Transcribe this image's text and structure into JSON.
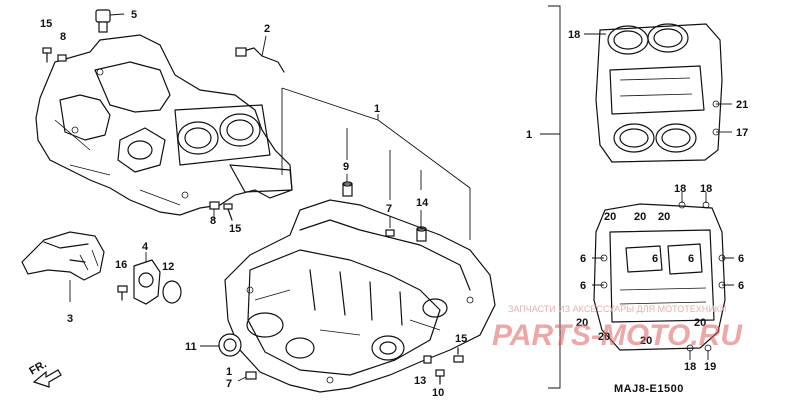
{
  "diagram": {
    "code": "MAJ8-E1500",
    "front_marker": "FR.",
    "callouts": {
      "c1_main": "1",
      "c1_right": "1",
      "c1_bottom": "1",
      "c2": "2",
      "c3": "3",
      "c4": "4",
      "c5": "5",
      "c6a": "6",
      "c6b": "6",
      "c6c": "6",
      "c6d": "6",
      "c6e": "6",
      "c6f": "6",
      "c7a": "7",
      "c7b": "7",
      "c8a": "8",
      "c8b": "8",
      "c9": "9",
      "c10": "10",
      "c11": "11",
      "c12": "12",
      "c13": "13",
      "c14": "14",
      "c15a": "15",
      "c15b": "15",
      "c15c": "15",
      "c16": "16",
      "c17": "17",
      "c18a": "18",
      "c18b": "18",
      "c18c": "18",
      "c18d": "18",
      "c19": "19",
      "c20a": "20",
      "c20b": "20",
      "c20c": "20",
      "c20d": "20",
      "c20e": "20",
      "c20f": "20",
      "c20g": "20",
      "c21": "21"
    }
  },
  "watermark": {
    "caption": "ЗАПЧАСТИ ИЗ АКСЕССУАРЫ ДЛЯ МОТОТЕХНИКИ",
    "brand": "PARTS-MOTO.RU"
  }
}
